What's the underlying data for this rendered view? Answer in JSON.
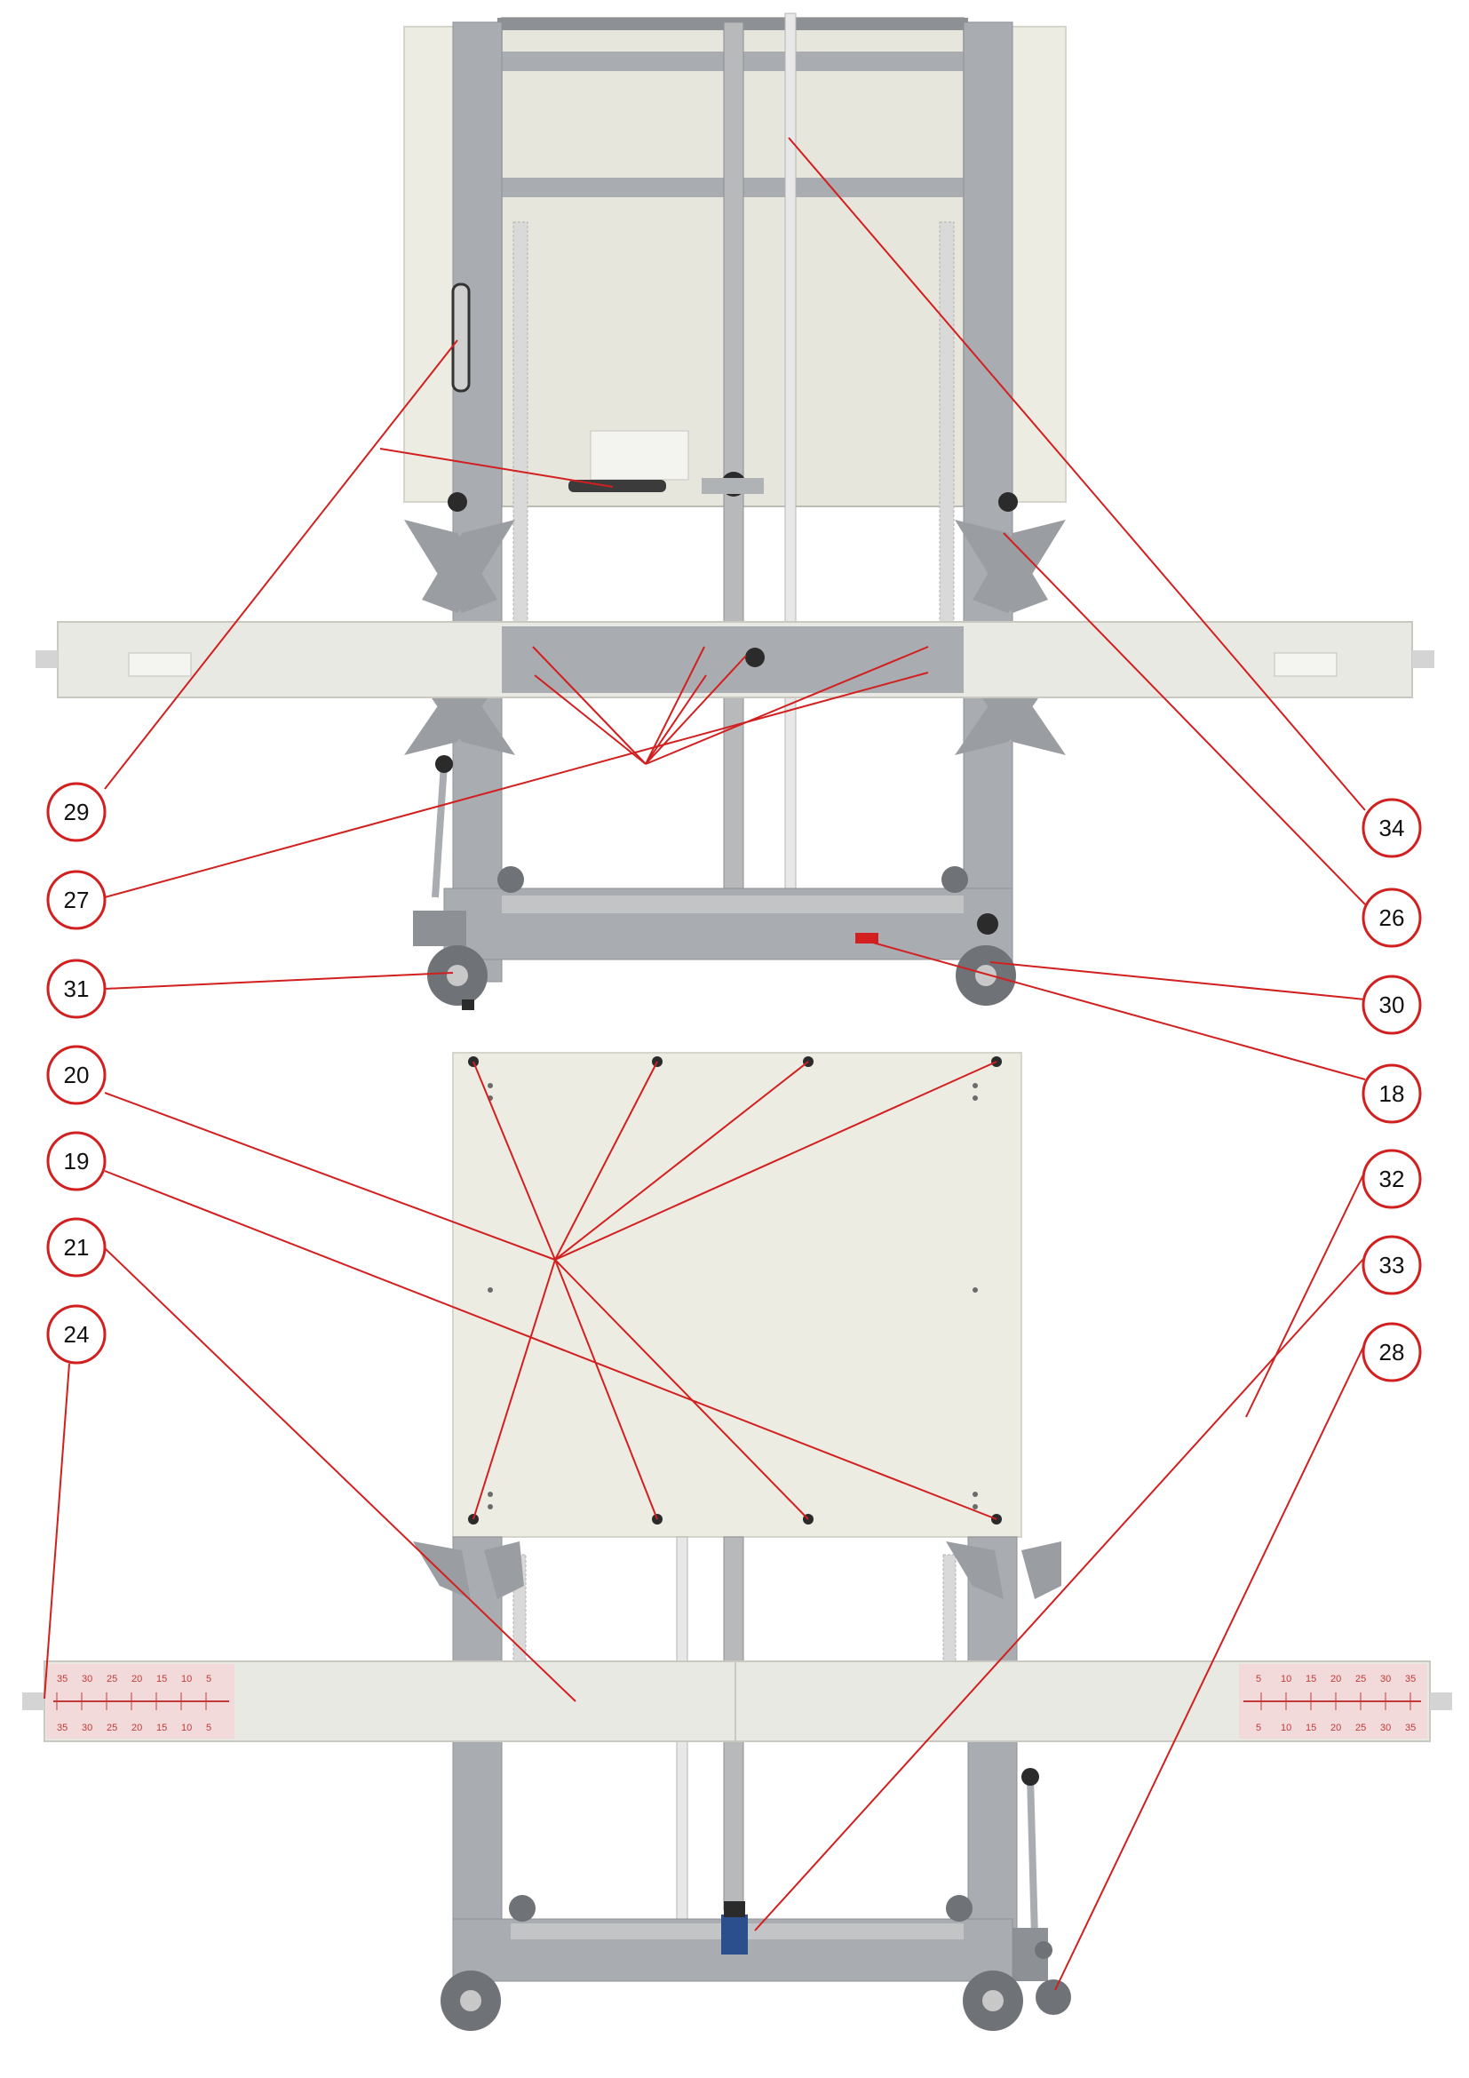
{
  "diagram": {
    "kind": "exploded parts diagram, front and rear view of a mobile calibration stand",
    "colors": {
      "leader": "#d21f1f",
      "callout_ring": "#d21f1f",
      "frame": "#a9acb0",
      "frame_dark": "#8d9094",
      "panel": "#ecece3",
      "bar": "#e9e9e4",
      "scale": "#e8b8b8",
      "wheel": "#6f7378",
      "knob": "#2b2b2b"
    },
    "callouts": [
      {
        "id": "c29",
        "label": "29"
      },
      {
        "id": "c27",
        "label": "27"
      },
      {
        "id": "c31",
        "label": "31"
      },
      {
        "id": "c20",
        "label": "20"
      },
      {
        "id": "c19",
        "label": "19"
      },
      {
        "id": "c21",
        "label": "21"
      },
      {
        "id": "c24",
        "label": "24"
      },
      {
        "id": "c34",
        "label": "34"
      },
      {
        "id": "c26",
        "label": "26"
      },
      {
        "id": "c30",
        "label": "30"
      },
      {
        "id": "c18",
        "label": "18"
      },
      {
        "id": "c32",
        "label": "32"
      },
      {
        "id": "c33",
        "label": "33"
      },
      {
        "id": "c28",
        "label": "28"
      }
    ],
    "scale_top_row": [
      "35",
      "30",
      "25",
      "20",
      "15",
      "10",
      "5"
    ],
    "scale_bottom_row": [
      "35",
      "30",
      "25",
      "20",
      "15",
      "10",
      "5"
    ],
    "scale_right_top_row": [
      "5",
      "10",
      "15",
      "20",
      "25",
      "30",
      "35"
    ],
    "scale_right_bottom_row": [
      "5",
      "10",
      "15",
      "20",
      "25",
      "30",
      "35"
    ]
  }
}
